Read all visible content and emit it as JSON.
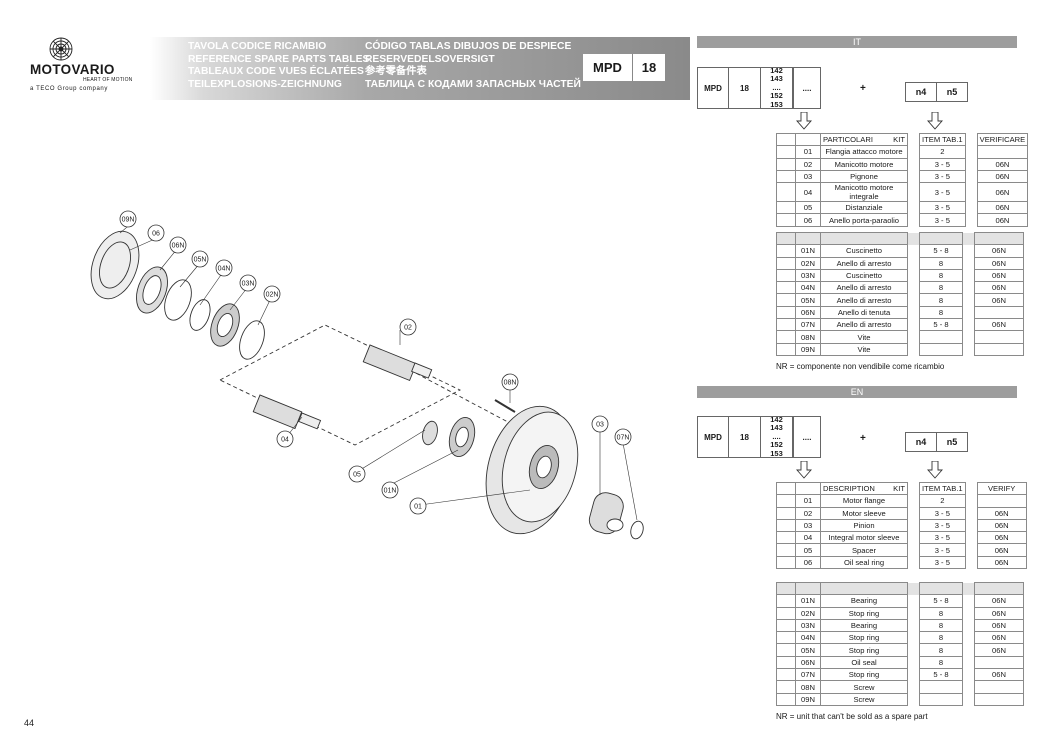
{
  "brand": {
    "name": "MOTOVARIO",
    "tagline": "HEART OF MOTION",
    "group": "a TECO Group company"
  },
  "banner": {
    "lines_left": [
      "TAVOLA CODICE RICAMBIO",
      "REFERENCE SPARE PARTS TABLES",
      "TABLEAUX CODE VUES ÉCLATÉES",
      "TEILEXPLOSIONS-ZEICHNUNG"
    ],
    "lines_right": [
      "CÓDIGO TABLAS DIBUJOS DE DESPIECE",
      "RESERVEDELSOVERSIGT",
      "参考零备件表",
      "ТАБЛИЦА С КОДАМИ ЗАПАСНЫХ ЧАСТЕЙ"
    ],
    "code": "MPD",
    "size": "18"
  },
  "drawing_labels": [
    "09N",
    "06",
    "06N",
    "05N",
    "04N",
    "03N",
    "02N",
    "02",
    "04",
    "05",
    "01N",
    "01",
    "08N",
    "03",
    "07N"
  ],
  "sections": [
    {
      "lang": "IT",
      "code_row": {
        "model": "MPD",
        "size": "18",
        "codes": [
          "142",
          "143",
          "....",
          "152",
          "153"
        ],
        "dots": "....",
        "plus": "+",
        "n4": "n4",
        "n5": "n5"
      },
      "header": {
        "part": "PARTICOLARI",
        "kit": "KIT",
        "item": "ITEM TAB.1",
        "verify": "VERIFICARE"
      },
      "parts": [
        {
          "no": "01",
          "name": "Flangia attacco motore",
          "item": "2",
          "verify": ""
        },
        {
          "no": "02",
          "name": "Manicotto motore",
          "item": "3 - 5",
          "verify": "06N"
        },
        {
          "no": "03",
          "name": "Pignone",
          "item": "3 - 5",
          "verify": "06N"
        },
        {
          "no": "04",
          "name": "Manicotto motore integrale",
          "item": "3 - 5",
          "verify": "06N"
        },
        {
          "no": "05",
          "name": "Distanziale",
          "item": "3 - 5",
          "verify": "06N"
        },
        {
          "no": "06",
          "name": "Anello porta-paraolio",
          "item": "3 - 5",
          "verify": "06N"
        }
      ],
      "kits": [
        {
          "no": "01N",
          "name": "Cuscinetto",
          "item": "5 - 8",
          "verify": "06N"
        },
        {
          "no": "02N",
          "name": "Anello di arresto",
          "item": "8",
          "verify": "06N"
        },
        {
          "no": "03N",
          "name": "Cuscinetto",
          "item": "8",
          "verify": "06N"
        },
        {
          "no": "04N",
          "name": "Anello di arresto",
          "item": "8",
          "verify": "06N"
        },
        {
          "no": "05N",
          "name": "Anello di arresto",
          "item": "8",
          "verify": "06N"
        },
        {
          "no": "06N",
          "name": "Anello di tenuta",
          "item": "8",
          "verify": ""
        },
        {
          "no": "07N",
          "name": "Anello di arresto",
          "item": "5 - 8",
          "verify": "06N"
        },
        {
          "no": "08N",
          "name": "Vite",
          "item": "",
          "verify": ""
        },
        {
          "no": "09N",
          "name": "Vite",
          "item": "",
          "verify": ""
        }
      ],
      "note": "NR = componente non vendibile come ricambio"
    },
    {
      "lang": "EN",
      "code_row": {
        "model": "MPD",
        "size": "18",
        "codes": [
          "142",
          "143",
          "....",
          "152",
          "153"
        ],
        "dots": "....",
        "plus": "+",
        "n4": "n4",
        "n5": "n5"
      },
      "header": {
        "part": "DESCRIPTION",
        "kit": "KIT",
        "item": "ITEM TAB.1",
        "verify": "VERIFY"
      },
      "parts": [
        {
          "no": "01",
          "name": "Motor flange",
          "item": "2",
          "verify": ""
        },
        {
          "no": "02",
          "name": "Motor sleeve",
          "item": "3 - 5",
          "verify": "06N"
        },
        {
          "no": "03",
          "name": "Pinion",
          "item": "3 - 5",
          "verify": "06N"
        },
        {
          "no": "04",
          "name": "Integral motor sleeve",
          "item": "3 - 5",
          "verify": "06N"
        },
        {
          "no": "05",
          "name": "Spacer",
          "item": "3 - 5",
          "verify": "06N"
        },
        {
          "no": "06",
          "name": "Oil seal ring",
          "item": "3 - 5",
          "verify": "06N"
        }
      ],
      "kits": [
        {
          "no": "01N",
          "name": "Bearing",
          "item": "5 - 8",
          "verify": "06N"
        },
        {
          "no": "02N",
          "name": "Stop ring",
          "item": "8",
          "verify": "06N"
        },
        {
          "no": "03N",
          "name": "Bearing",
          "item": "8",
          "verify": "06N"
        },
        {
          "no": "04N",
          "name": "Stop ring",
          "item": "8",
          "verify": "06N"
        },
        {
          "no": "05N",
          "name": "Stop ring",
          "item": "8",
          "verify": "06N"
        },
        {
          "no": "06N",
          "name": "Oil seal",
          "item": "8",
          "verify": ""
        },
        {
          "no": "07N",
          "name": "Stop ring",
          "item": "5 - 8",
          "verify": "06N"
        },
        {
          "no": "08N",
          "name": "Screw",
          "item": "",
          "verify": ""
        },
        {
          "no": "09N",
          "name": "Screw",
          "item": "",
          "verify": ""
        }
      ],
      "note": "NR = unit that can't be sold as a spare part"
    }
  ],
  "page_number": "44"
}
